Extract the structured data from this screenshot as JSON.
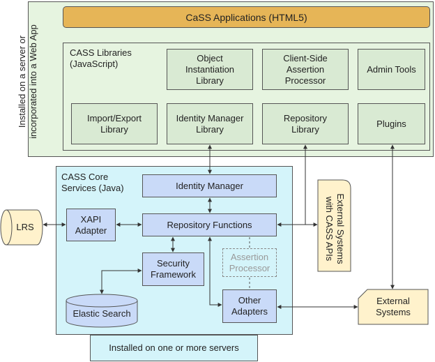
{
  "install_web_label": "Installed on a server or\nincorporated into a Web App",
  "cass_applications": "CaSS Applications (HTML5)",
  "libraries": {
    "region_label": "CASS Libraries\n(JavaScript)",
    "object_instantiation": "Object\nInstantiation\nLibrary",
    "client_assertion": "Client-Side\nAssertion\nProcessor",
    "admin_tools": "Admin Tools",
    "import_export": "Import/Export\nLibrary",
    "identity_manager_lib": "Identity Manager\nLibrary",
    "repository_lib": "Repository\nLibrary",
    "plugins": "Plugins"
  },
  "core": {
    "region_label": "CASS Core\nServices (Java)",
    "identity_manager": "Identity Manager",
    "xapi_adapter": "XAPI\nAdapter",
    "repository_functions": "Repository Functions",
    "assertion_processor": "Assertion\nProcessor",
    "security_framework": "Security\nFramework",
    "other_adapters": "Other\nAdapters",
    "elastic_search": "Elastic Search"
  },
  "lrs": "LRS",
  "external_cass": "External Systems\nwith CASS APIs",
  "external_systems": "External\nSystems",
  "install_servers_label": "Installed on one or more servers",
  "colors": {
    "outer_green": "#e6f4e0",
    "library_green": "#d9ead3",
    "app_gold": "#e6b557",
    "core_cyan": "#d4f4fa",
    "core_blue": "#c9daf8",
    "external_yellow": "#fff2cc"
  }
}
